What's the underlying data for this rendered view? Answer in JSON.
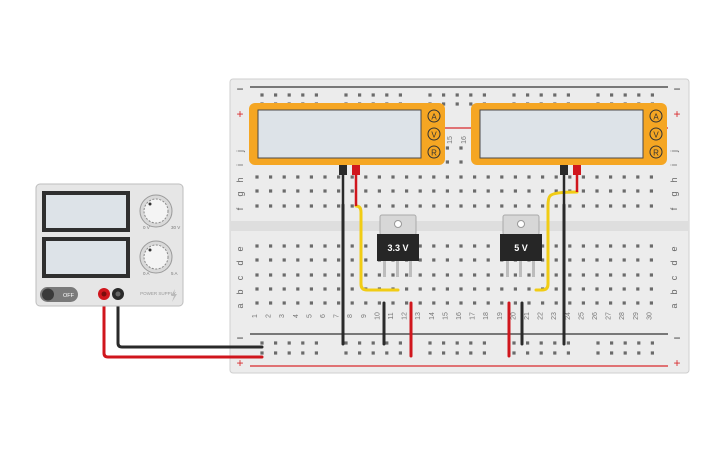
{
  "breadboard": {
    "rail_plus": "+",
    "rail_minus": "−",
    "row_letters_top": [
      "j",
      "i",
      "h",
      "g",
      "f"
    ],
    "row_letters_bottom": [
      "e",
      "d",
      "c",
      "b",
      "a"
    ],
    "column_numbers": [
      "1",
      "2",
      "3",
      "4",
      "5",
      "6",
      "7",
      "8",
      "9",
      "10",
      "11",
      "12",
      "13",
      "14",
      "15",
      "16",
      "17",
      "18",
      "19",
      "20",
      "21",
      "22",
      "23",
      "24",
      "25",
      "26",
      "27",
      "28",
      "29",
      "30"
    ],
    "column_numbers_top_visible": [
      "15",
      "16"
    ]
  },
  "power_supply": {
    "switch_label": "OFF",
    "voltage_knob_mark": "0 V",
    "voltage_knob_max": "30 V",
    "current_knob_mark": "0 A",
    "current_knob_max": "5 A",
    "brand_text": "POWER SUPPLY",
    "voltage_display": "",
    "current_display": ""
  },
  "multimeters": [
    {
      "display": "",
      "buttons": [
        "A",
        "V",
        "R"
      ]
    },
    {
      "display": "",
      "buttons": [
        "A",
        "V",
        "R"
      ]
    }
  ],
  "regulators": [
    {
      "label": "3.3 V"
    },
    {
      "label": "5 V"
    }
  ],
  "colors": {
    "board": "#ececec",
    "hole": "#6b6b6b",
    "rail_red": "#d8292c",
    "rail_black": "#333333",
    "meter_orange": "#f5a623",
    "meter_screen": "#dde3e8",
    "wire_red": "#d0161d",
    "wire_black": "#2a2a2a",
    "wire_yellow": "#f1cc14"
  }
}
